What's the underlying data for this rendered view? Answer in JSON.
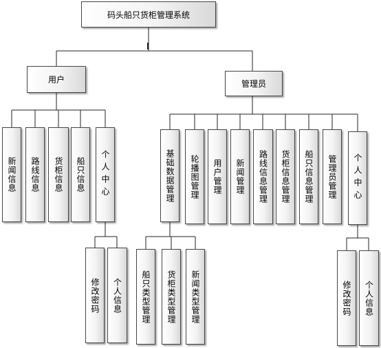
{
  "root": "码头船只货柜管理系统",
  "user": {
    "label": "用户",
    "items": [
      "新闻信息",
      "路线信息",
      "货柜信息",
      "船只信息",
      "个人中心"
    ],
    "personal_children": [
      "修改密码",
      "个人信息"
    ]
  },
  "admin": {
    "label": "管理员",
    "items": [
      "基础数据管理",
      "轮播图管理",
      "用户管理",
      "新闻管理",
      "路线信息管理",
      "货柜信息管理",
      "船只信息管理",
      "管理员管理",
      "个人中心"
    ],
    "basic_children": [
      "船只类型管理",
      "货柜类型管理",
      "新闻类型管理"
    ],
    "personal_children": [
      "修改密码",
      "个人信息"
    ]
  }
}
